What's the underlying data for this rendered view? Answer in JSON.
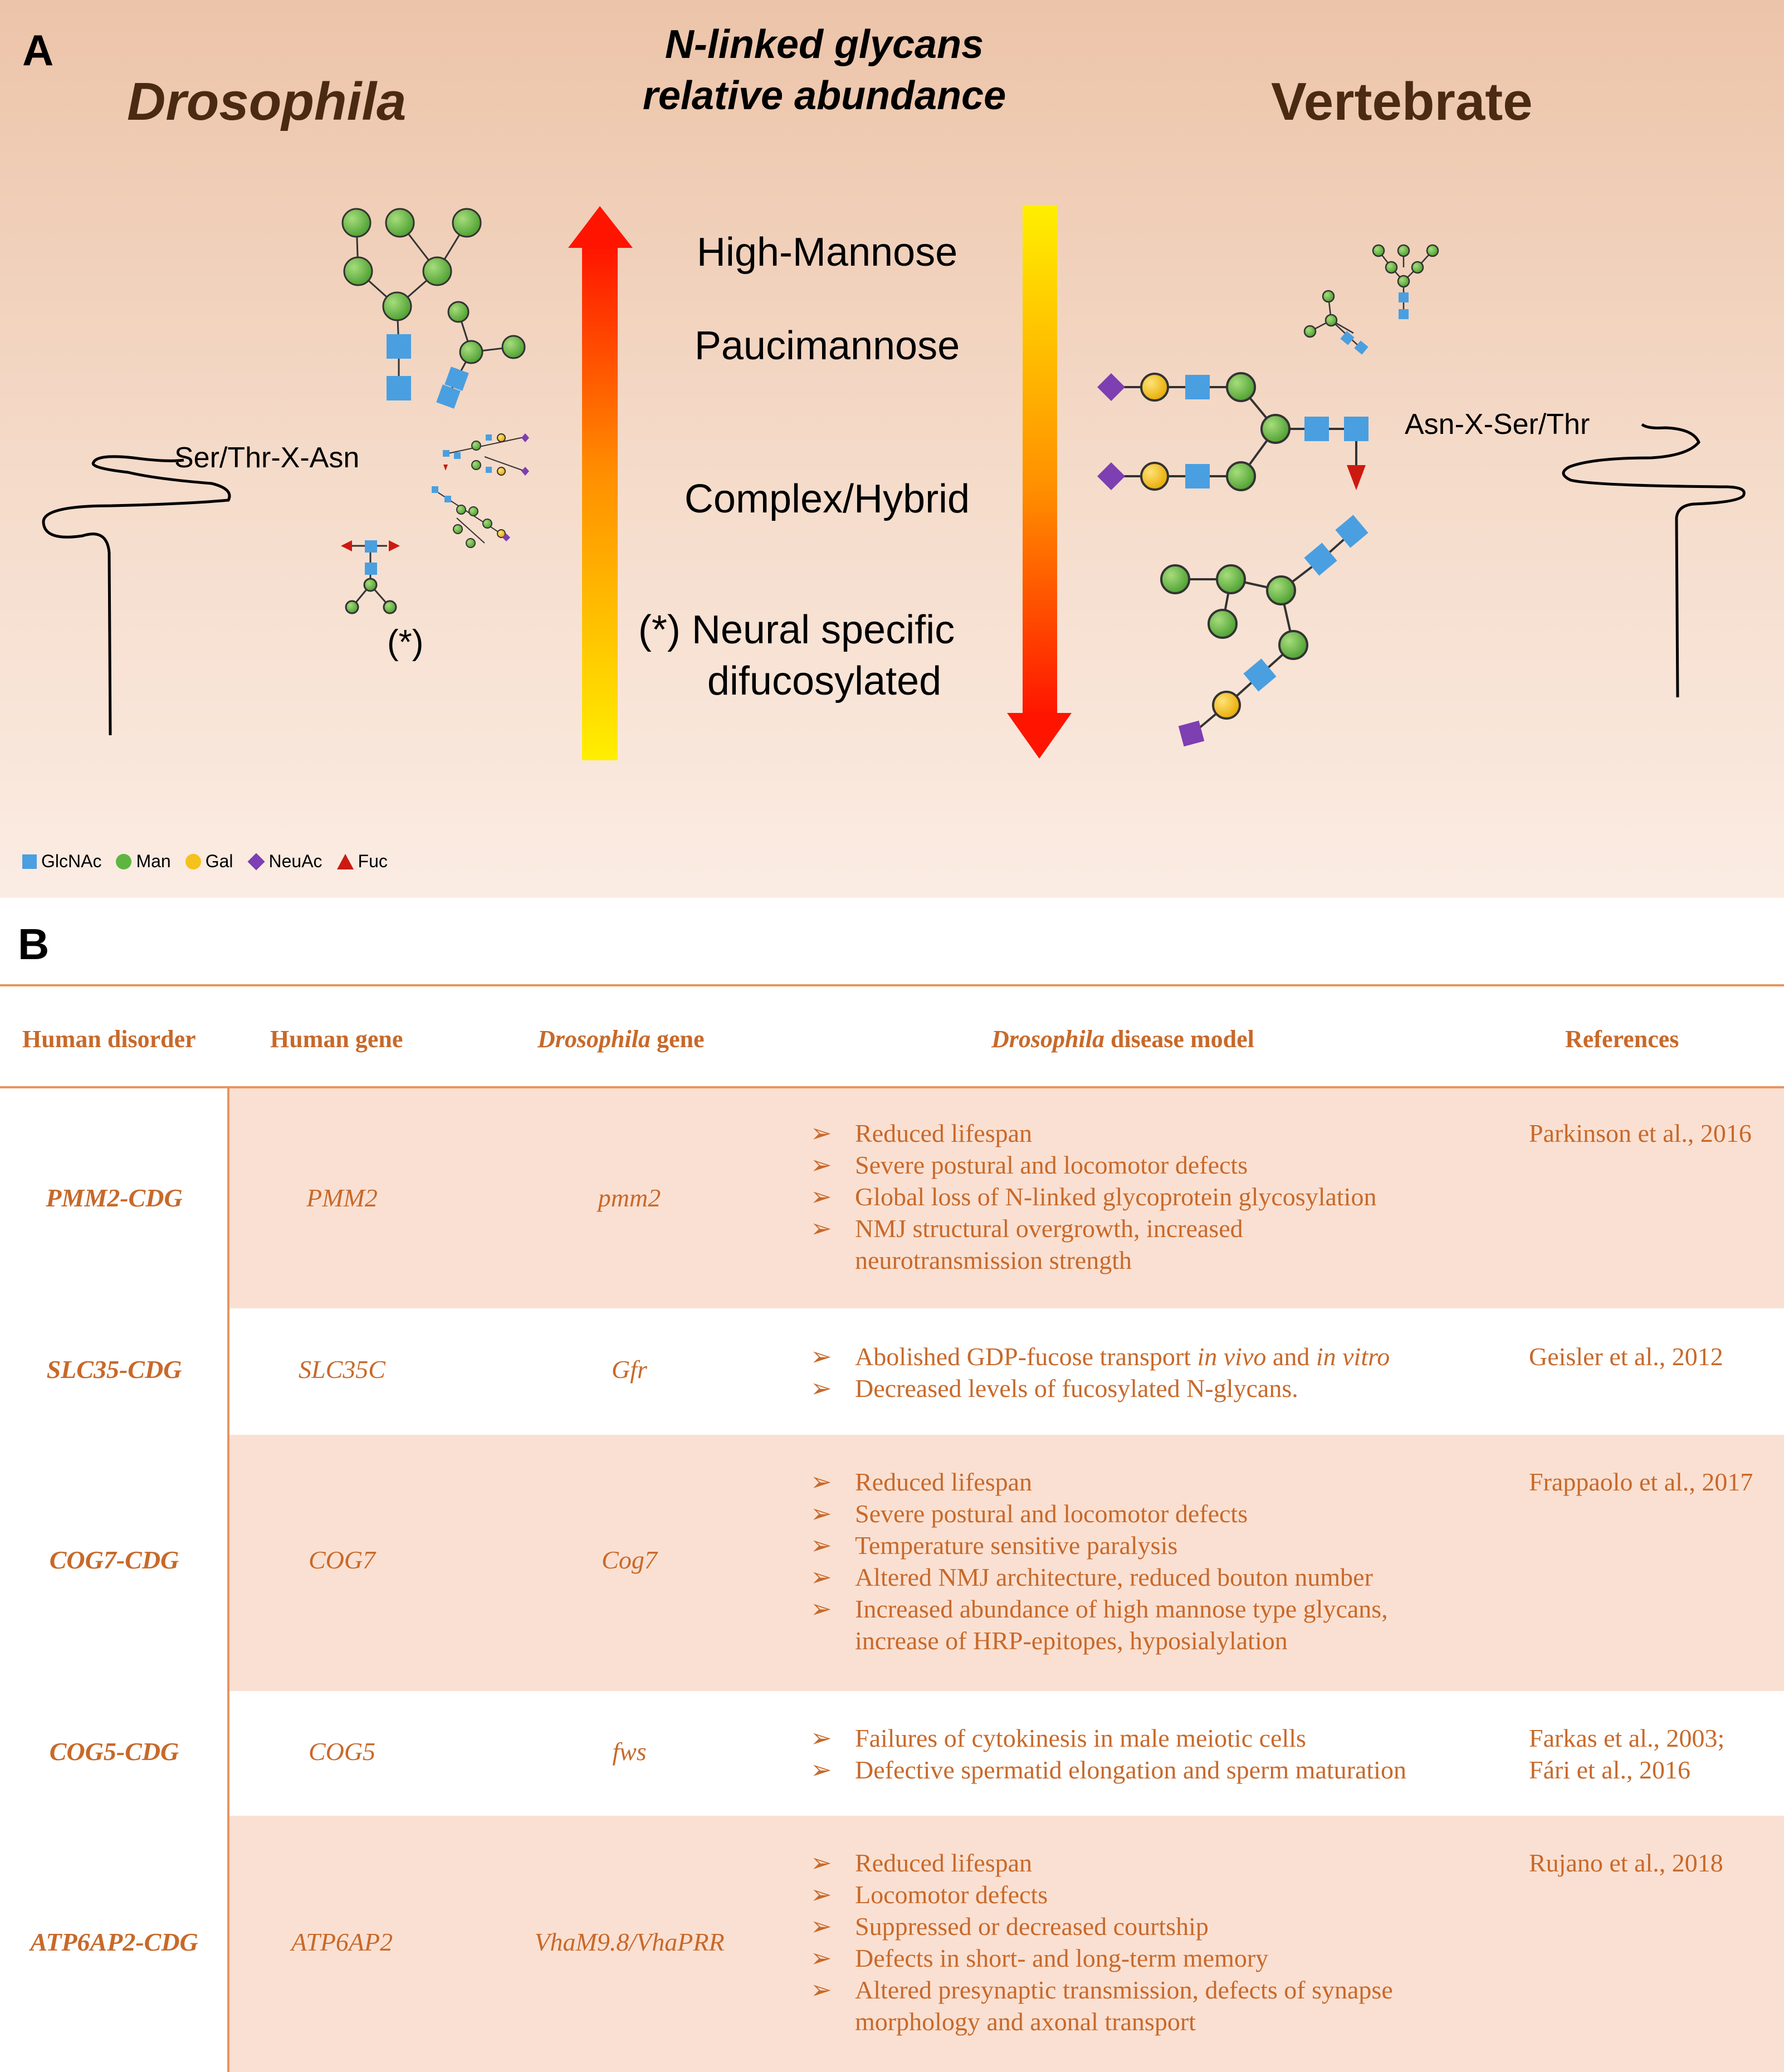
{
  "panel_a": {
    "letter": "A",
    "title_left": "Drosophila",
    "title_right": "Vertebrate",
    "center_title_line1": "N-linked glycans",
    "center_title_line2": "relative abundance",
    "labels": {
      "high_mannose": "High-Mannose",
      "paucimannose": "Paucimannose",
      "complex_hybrid": "Complex/Hybrid",
      "neural_line1": "(*) Neural specific",
      "neural_line2": "difucosylated"
    },
    "seq_left": "Ser/Thr-X-Asn",
    "seq_right": "Asn-X-Ser/Thr",
    "asterisk_mark": "(*)",
    "legend": [
      {
        "label": "GlcNAc",
        "shape": "square",
        "color": "#4a9fe0"
      },
      {
        "label": "Man",
        "shape": "circle",
        "color": "#5fb540"
      },
      {
        "label": "Gal",
        "shape": "circle",
        "color": "#f5c11b"
      },
      {
        "label": "NeuAc",
        "shape": "diamond",
        "color": "#7d3fb1"
      },
      {
        "label": "Fuc",
        "shape": "triangle",
        "color": "#cc1a10"
      }
    ]
  },
  "panel_b": {
    "letter": "B",
    "headers": {
      "disorder": "Human disorder",
      "human_gene": "Human gene",
      "dros_gene_italic": "Drosophila",
      "dros_gene_rest": " gene",
      "model_italic": "Drosophila",
      "model_rest": " disease model",
      "refs": "References"
    },
    "bullet_marker": "➢",
    "rows": [
      {
        "disorder": "PMM2-CDG",
        "human_gene": "PMM2",
        "dros_gene": "pmm2",
        "bullets": [
          "Reduced lifespan",
          "Severe postural and locomotor defects",
          "Global loss of N-linked glycoprotein glycosylation",
          "NMJ structural overgrowth, increased",
          "neurotransmission strength"
        ],
        "references": [
          "Parkinson et al., 2016"
        ]
      },
      {
        "disorder": "SLC35-CDG",
        "human_gene": "SLC35C",
        "dros_gene": "Gfr",
        "bullet1_a": "Abolished GDP-fucose transport ",
        "bullet1_b": "in vivo",
        "bullet1_c": " and ",
        "bullet1_d": "in vitro",
        "bullet2": "Decreased levels of fucosylated N-glycans.",
        "references": [
          "Geisler et al., 2012"
        ]
      },
      {
        "disorder": "COG7-CDG",
        "human_gene": "COG7",
        "dros_gene": "Cog7",
        "bullets": [
          "Reduced lifespan",
          "Severe postural and locomotor defects",
          "Temperature sensitive paralysis",
          "Altered NMJ architecture, reduced bouton number",
          "Increased abundance of high mannose type glycans,",
          "increase of HRP-epitopes, hyposialylation"
        ],
        "references": [
          "Frappaolo et al., 2017"
        ]
      },
      {
        "disorder": "COG5-CDG",
        "human_gene": "COG5",
        "dros_gene": "fws",
        "bullets": [
          "Failures of cytokinesis in male meiotic cells",
          "Defective spermatid elongation and sperm maturation"
        ],
        "references": [
          "Farkas et al., 2003;",
          "Fári et al., 2016"
        ]
      },
      {
        "disorder": "ATP6AP2-CDG",
        "human_gene": "ATP6AP2",
        "dros_gene": "VhaM9.8/VhaPRR",
        "bullets": [
          "Reduced lifespan",
          "Locomotor defects",
          "Suppressed or decreased courtship",
          "Defects in short- and long-term memory",
          "Altered presynaptic transmission, defects of synapse",
          "morphology and axonal transport"
        ],
        "references": [
          "Rujano et al., 2018"
        ]
      }
    ]
  }
}
